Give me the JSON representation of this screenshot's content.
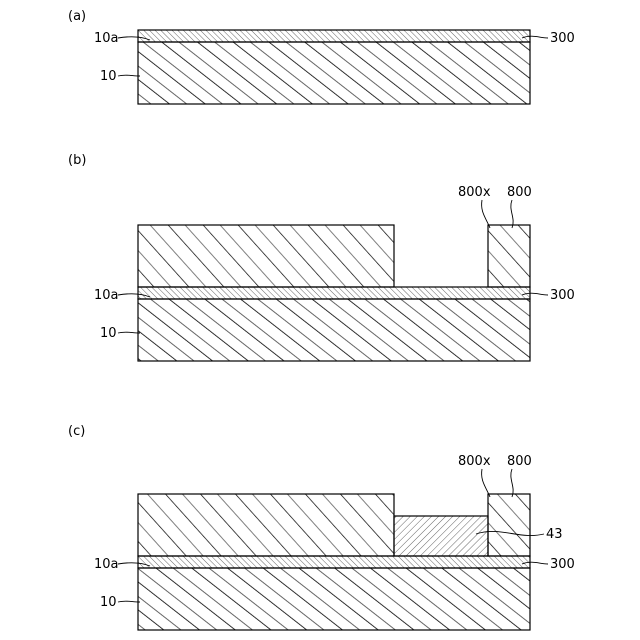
{
  "panels": [
    {
      "id": "a",
      "tag": "(a)",
      "labels": {
        "surface": "10a",
        "substrate": "10",
        "film": "300"
      }
    },
    {
      "id": "b",
      "tag": "(b)",
      "labels": {
        "surface": "10a",
        "substrate": "10",
        "film": "300",
        "opening": "800x",
        "mask": "800"
      }
    },
    {
      "id": "c",
      "tag": "(c)",
      "labels": {
        "surface": "10a",
        "substrate": "10",
        "film": "300",
        "opening": "800x",
        "mask": "800",
        "fill": "43"
      }
    }
  ],
  "colors": {
    "stroke": "#000000",
    "background": "#ffffff"
  }
}
